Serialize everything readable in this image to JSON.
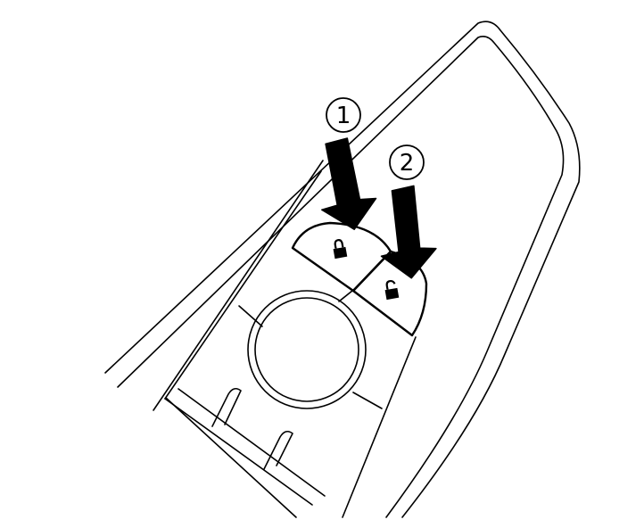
{
  "diagram": {
    "callouts": [
      {
        "number": "1",
        "target": "lock-button"
      },
      {
        "number": "2",
        "target": "unlock-button"
      }
    ],
    "buttons": [
      {
        "id": "lock-button",
        "icon": "lock-closed-icon"
      },
      {
        "id": "unlock-button",
        "icon": "lock-open-icon"
      }
    ],
    "colors": {
      "line": "#000000",
      "background": "#ffffff"
    }
  }
}
